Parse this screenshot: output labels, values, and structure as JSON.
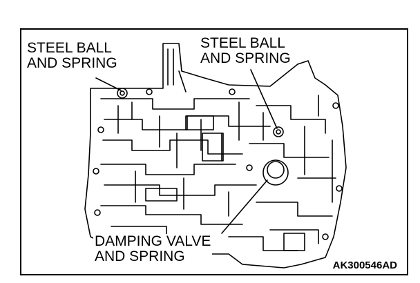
{
  "labels": {
    "steel_ball_left": [
      "STEEL BALL",
      "AND SPRING"
    ],
    "steel_ball_right": [
      "STEEL BALL",
      "AND SPRING"
    ],
    "damping_valve": [
      "DAMPING VALVE",
      "AND SPRING"
    ]
  },
  "figure_code": "AK300546AD",
  "colors": {
    "ink": "#000000",
    "paper": "#ffffff"
  }
}
